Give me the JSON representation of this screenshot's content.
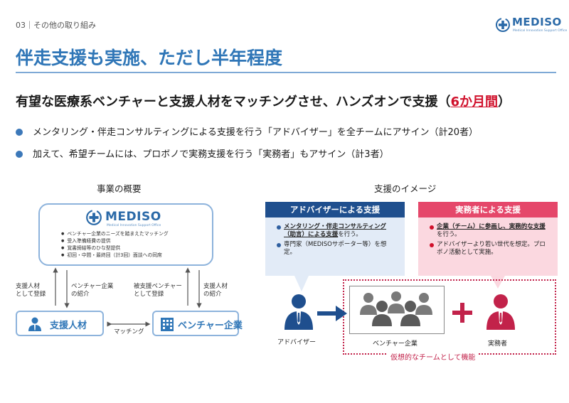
{
  "header": {
    "breadcrumb": "03｜その他の取り組み",
    "logo_text": "MEDISO",
    "logo_sub": "Medical Innovation Support Office"
  },
  "title": "伴走支援も実施、ただし半年程度",
  "headline": {
    "text": "有望な医療系ベンチャーと支援人材をマッチングさせ、ハンズオンで支援（",
    "highlight": "6か月間",
    "close": "）"
  },
  "bullets": [
    "メンタリング・伴走コンサルティングによる支援を行う「アドバイザー」を全チームにアサイン（計20者）",
    "加えて、希望チームには、プロボノで実務支援を行う「実務者」もアサイン（計3者）"
  ],
  "left_diagram": {
    "title": "事業の概要",
    "mediso_items": [
      "ベンチャー企業のニーズを踏まえたマッチング",
      "受入準備経費の提供",
      "覚書締結等のひな型提供",
      "初回・中間・最終回（計3回）面談への同席"
    ],
    "node_support": "支援人材",
    "node_venture": "ベンチャー企業",
    "arrow_labels": {
      "register_support": [
        "支援人材",
        "として登録"
      ],
      "intro_venture": [
        "ベンチャー企業",
        "の紹介"
      ],
      "register_venture": [
        "被支援ベンチャー",
        "として登録"
      ],
      "intro_support": [
        "支援人材",
        "の紹介"
      ],
      "matching": "マッチング"
    }
  },
  "right_diagram": {
    "title": "支援のイメージ",
    "advisor_box": {
      "header": "アドバイザーによる支援",
      "items": [
        {
          "prefix": "",
          "em": "メンタリング・伴走コンサルティング（助言）による支援",
          "suffix": "を行う。"
        },
        {
          "prefix": "専門家（MEDISOサポーター等）を想定。",
          "em": "",
          "suffix": ""
        }
      ]
    },
    "practitioner_box": {
      "header": "実務者による支援",
      "items": [
        {
          "prefix": "",
          "em": "企業（チーム）に参画し、実務的な支援",
          "suffix": "を行う。"
        },
        {
          "prefix": "アドバイザーより若い世代を想定。プロボノ活動として実施。",
          "em": "",
          "suffix": ""
        }
      ]
    },
    "label_advisor": "アドバイザー",
    "label_venture": "ベンチャー企業",
    "label_practitioner": "実務者",
    "virtual_team": "仮想的なチームとして機能"
  },
  "colors": {
    "accent_blue": "#2f76b7",
    "navy": "#1f4f8e",
    "pink": "#e5476a",
    "crimson": "#c2224a",
    "red_highlight": "#d0102b"
  }
}
